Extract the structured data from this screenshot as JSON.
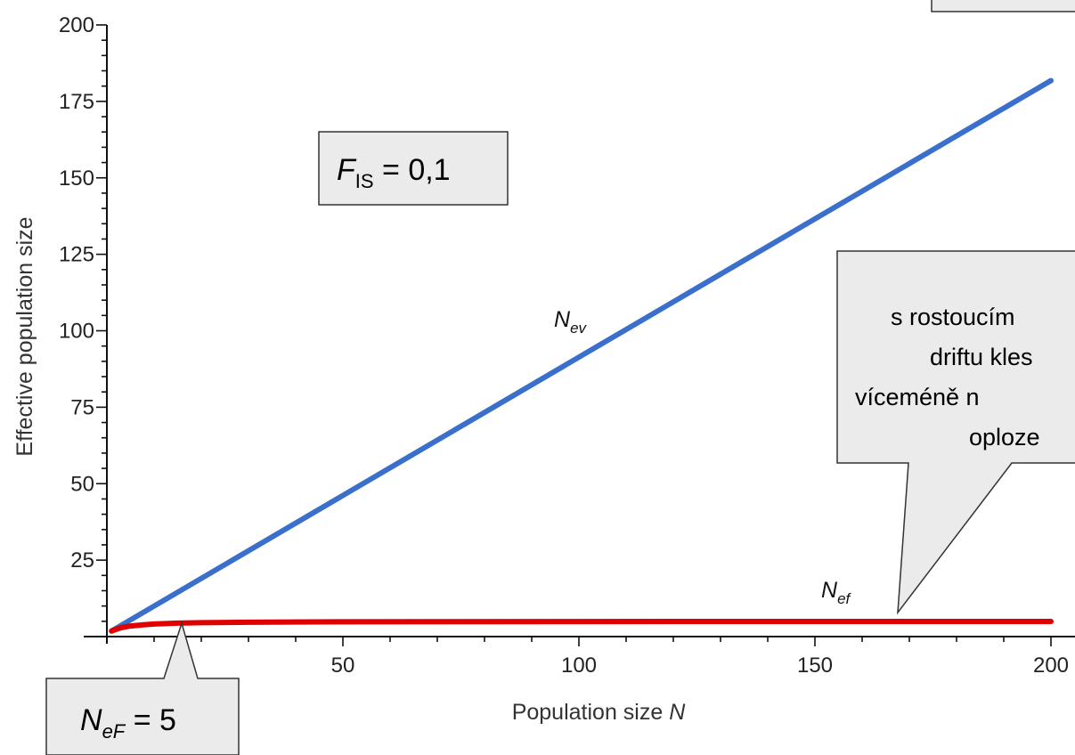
{
  "chart_data": {
    "type": "line",
    "xlabel": "Population size ",
    "xlabel_var": "N",
    "ylabel": "Effective population size",
    "xlim": [
      1,
      200
    ],
    "ylim": [
      0,
      200
    ],
    "xticks": [
      50,
      100,
      150,
      200
    ],
    "xtick_labels": [
      "50",
      "100",
      "150",
      "200"
    ],
    "yticks": [
      25,
      50,
      75,
      100,
      125,
      150,
      175,
      200
    ],
    "ytick_labels": [
      "25",
      "50",
      "75",
      "100",
      "125",
      "150",
      "175",
      "200"
    ],
    "grid": false,
    "series": [
      {
        "name_base": "N",
        "name_sub": "ev",
        "color": "#3a6fcc",
        "x": [
          1,
          200
        ],
        "y": [
          1.82,
          181.8
        ]
      },
      {
        "name_base": "N",
        "name_sub": "ef",
        "color": "#e00000",
        "x": [
          1,
          2,
          3,
          5,
          8,
          10,
          15,
          20,
          30,
          50,
          75,
          100,
          150,
          200
        ],
        "y": [
          1.82,
          2.4,
          2.9,
          3.45,
          3.9,
          4.1,
          4.4,
          4.55,
          4.7,
          4.82,
          4.88,
          4.91,
          4.94,
          4.95
        ]
      }
    ],
    "annotations": {
      "fis_box": {
        "base": "F",
        "sub": "IS",
        "rest": " = 0,1"
      },
      "nef_box": {
        "base": "N",
        "sub": "eF",
        "rest": " = 5"
      },
      "callout_lines": [
        "s rostoucím",
        "driftu kles",
        "víceméně n",
        "oploze"
      ]
    }
  }
}
